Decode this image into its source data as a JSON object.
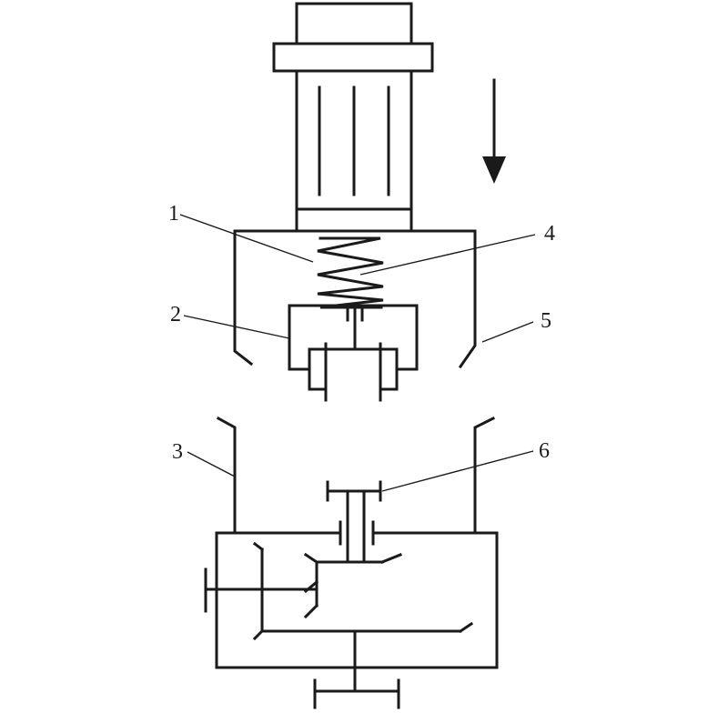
{
  "diagram": {
    "labels": {
      "l1": "1",
      "l2": "2",
      "l3": "3",
      "l4": "4",
      "l5": "5",
      "l6": "6"
    },
    "arrow_direction": "down"
  }
}
